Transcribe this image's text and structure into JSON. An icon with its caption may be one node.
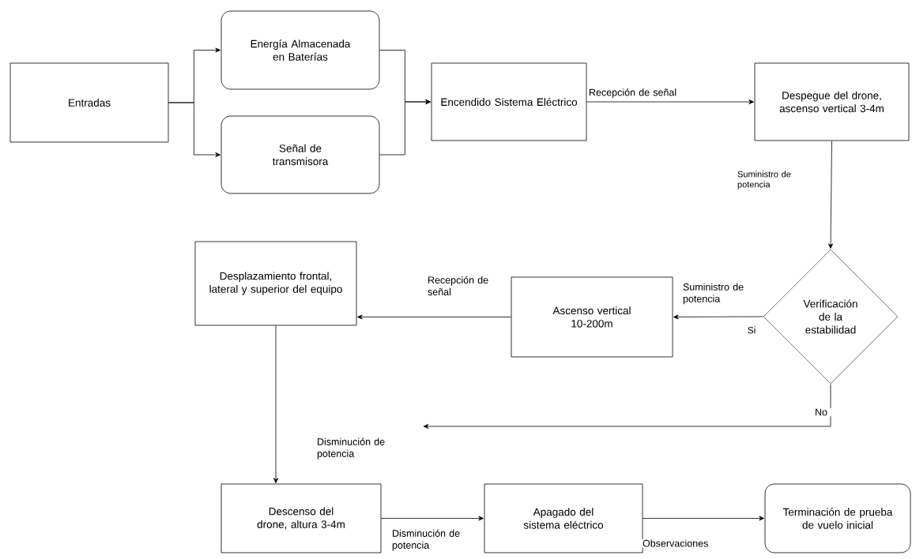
{
  "diagram": {
    "nodes": [
      {
        "text": [
          "Entradas"
        ]
      },
      {
        "text": [
          "Energía Almacenada en Baterías"
        ]
      },
      {
        "text": [
          "Señal de transmisora"
        ]
      },
      {
        "text": [
          "Encendido Sistema Eléctrico"
        ]
      },
      {
        "text": [
          "Despegue del drone, ascenso vertical 3-4m"
        ]
      },
      {
        "text": [
          "Verificación de la estabilidad"
        ]
      },
      {
        "text": [
          "Ascenso vertical 10-200m"
        ]
      },
      {
        "text": [
          "Desplazamiento frontal, lateral y superior del equipo"
        ]
      },
      {
        "text": [
          "Descenso del drone, altura 3-4m"
        ]
      },
      {
        "text": [
          "Apagado del sistema eléctrico"
        ]
      },
      {
        "text": [
          "Terminación de prueba de vuelo inicial"
        ]
      }
    ],
    "edges": [
      {
        "from": 0,
        "to": 1,
        "arrow": "to"
      },
      {
        "from": 0,
        "to": 2,
        "arrow": "to"
      },
      {
        "from": 1,
        "to": 3,
        "arrow": "to"
      },
      {
        "from": 2,
        "to": 3,
        "arrow": "to"
      },
      {
        "from": 3,
        "to": 4,
        "arrow": "to",
        "label": "Recepción de señal"
      },
      {
        "from": 4,
        "to": 5,
        "arrow": "to",
        "label": "Suministro de potencia"
      },
      {
        "from": 5,
        "to": 6,
        "arrow": "to",
        "label": "Suministro de potencia"
      },
      {
        "from": 6,
        "to": 7,
        "arrow": "to",
        "label": "Recepción de señal"
      },
      {
        "from": 7,
        "to": 8,
        "arrow": "to",
        "label": "Disminución de potencia"
      },
      {
        "from": 5,
        "to": null,
        "arrow": "to",
        "label": "No"
      },
      {
        "from": 8,
        "to": 9,
        "arrow": "to",
        "label": "Disminución de potencia"
      },
      {
        "from": 9,
        "to": 10,
        "arrow": "to",
        "label": "Observaciones"
      }
    ],
    "labels": [
      "Si"
    ]
  }
}
